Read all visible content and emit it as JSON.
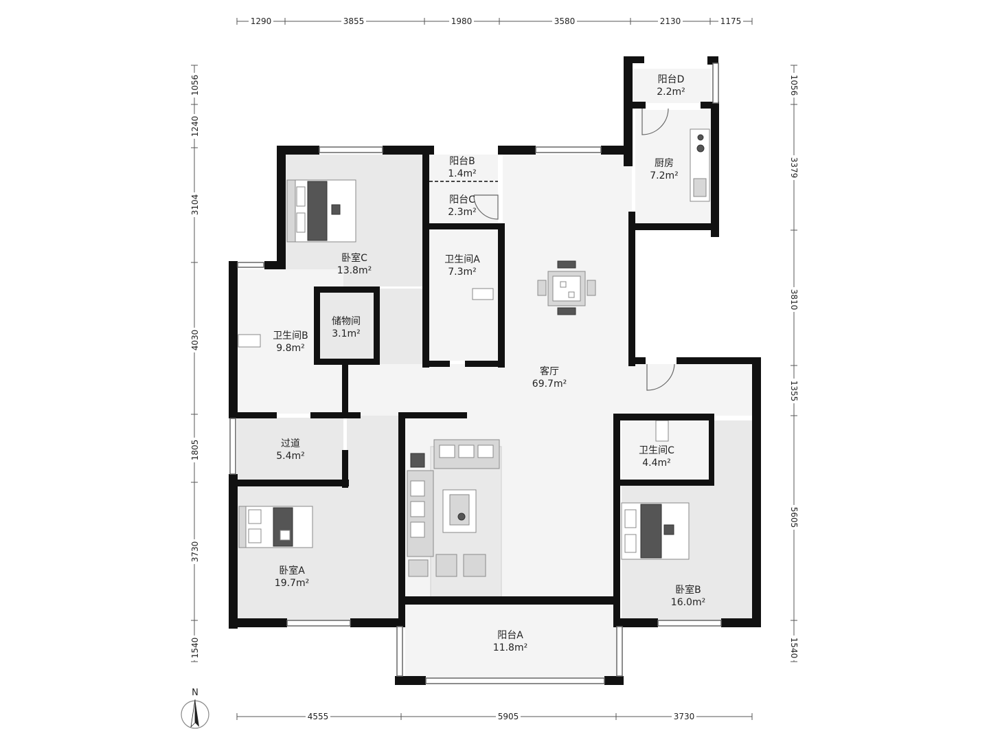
{
  "rooms": {
    "balcony_d": {
      "name": "阳台D",
      "area": "2.2m²"
    },
    "kitchen": {
      "name": "厨房",
      "area": "7.2m²"
    },
    "balcony_b": {
      "name": "阳台B",
      "area": "1.4m²"
    },
    "balcony_c": {
      "name": "阳台C",
      "area": "2.3m²"
    },
    "bedroom_c": {
      "name": "卧室C",
      "area": "13.8m²"
    },
    "bathroom_a": {
      "name": "卫生间A",
      "area": "7.3m²"
    },
    "storage": {
      "name": "储物间",
      "area": "3.1m²"
    },
    "bathroom_b": {
      "name": "卫生间B",
      "area": "9.8m²"
    },
    "living": {
      "name": "客厅",
      "area": "69.7m²"
    },
    "corridor": {
      "name": "过道",
      "area": "5.4m²"
    },
    "bathroom_c": {
      "name": "卫生间C",
      "area": "4.4m²"
    },
    "bedroom_a": {
      "name": "卧室A",
      "area": "19.7m²"
    },
    "bedroom_b": {
      "name": "卧室B",
      "area": "16.0m²"
    },
    "balcony_a": {
      "name": "阳台A",
      "area": "11.8m²"
    }
  },
  "dimensions": {
    "top": [
      "1290",
      "3855",
      "1980",
      "3580",
      "2130",
      "1175"
    ],
    "bottom": [
      "4555",
      "5905",
      "3730"
    ],
    "left": [
      "1056",
      "1240",
      "3104",
      "4030",
      "1805",
      "3730",
      "1540"
    ],
    "right": [
      "1056",
      "3379",
      "3810",
      "1355",
      "5605",
      "1540"
    ]
  },
  "compass": {
    "label": "N"
  },
  "colors": {
    "wall": "#111111",
    "floor": "#e9e9e9",
    "background": "#ffffff"
  }
}
